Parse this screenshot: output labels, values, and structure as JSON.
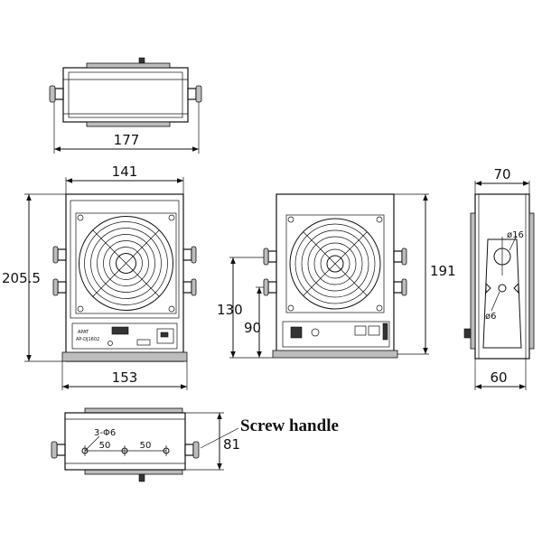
{
  "dimensions": {
    "top_width": "177",
    "front_inner_width": "141",
    "front_height": "205.5",
    "front_base_width": "153",
    "back_height": "191",
    "back_mount_height": "130",
    "back_mount_lower": "90",
    "side_top_width": "70",
    "side_base_width": "60",
    "side_hole_large": "ø16",
    "side_hole_small": "ø6",
    "bottom_holes": "3-Φ6",
    "bottom_spacing_1": "50",
    "bottom_spacing_2": "50",
    "bottom_depth": "81"
  },
  "callout": {
    "label": "Screw handle"
  },
  "panel_text": {
    "brand": "APAT",
    "model": "AP-DJ1602"
  }
}
